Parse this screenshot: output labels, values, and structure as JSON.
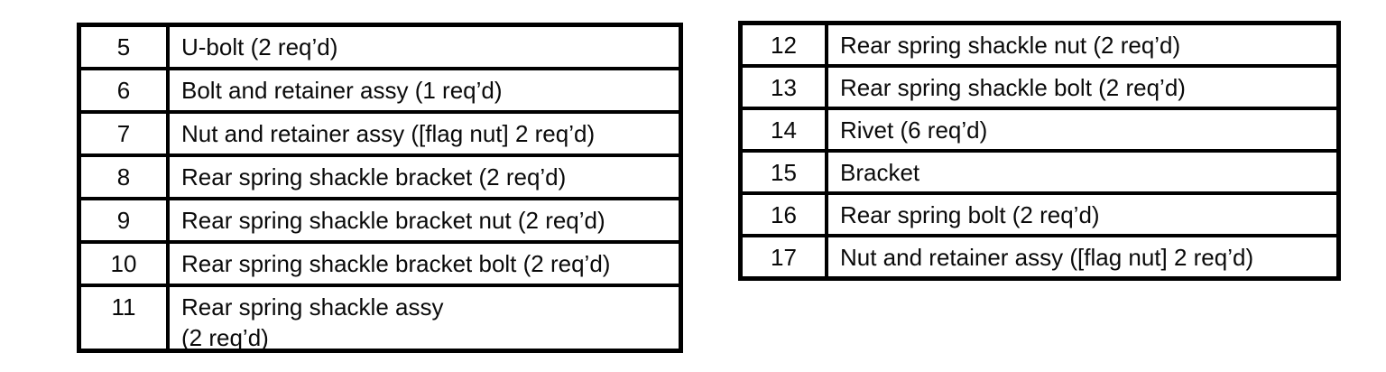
{
  "page": {
    "background_color": "#ffffff",
    "border_color": "#000000",
    "text_color": "#0a0a0a"
  },
  "left_table": {
    "rows": [
      {
        "num": "5",
        "desc": "U-bolt (2 req’d)"
      },
      {
        "num": "6",
        "desc": "Bolt and retainer assy (1 req’d)"
      },
      {
        "num": "7",
        "desc": "Nut and retainer assy ([flag nut] 2 req’d)"
      },
      {
        "num": "8",
        "desc": "Rear spring shackle bracket (2 req’d)"
      },
      {
        "num": "9",
        "desc": "Rear spring shackle bracket nut (2 req’d)"
      },
      {
        "num": "10",
        "desc": "Rear spring shackle bracket bolt (2 req’d)"
      },
      {
        "num": "11",
        "desc": "Rear spring shackle assy\n(2 req’d)"
      }
    ]
  },
  "right_table": {
    "rows": [
      {
        "num": "12",
        "desc": "Rear spring shackle nut (2 req’d)"
      },
      {
        "num": "13",
        "desc": "Rear spring shackle bolt (2 req’d)"
      },
      {
        "num": "14",
        "desc": "Rivet (6 req’d)"
      },
      {
        "num": "15",
        "desc": "Bracket"
      },
      {
        "num": "16",
        "desc": "Rear spring bolt (2 req’d)"
      },
      {
        "num": "17",
        "desc": "Nut and retainer assy ([flag nut] 2 req’d)"
      }
    ]
  }
}
